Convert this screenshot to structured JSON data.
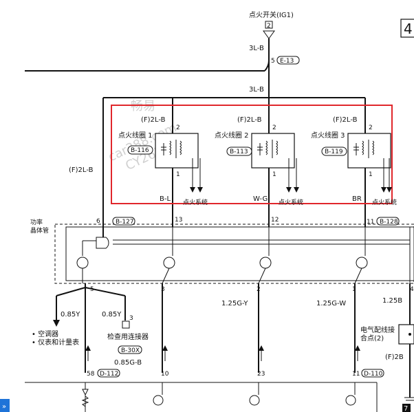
{
  "page_number": "4",
  "top": {
    "switch_label": "点火开关(IG1)",
    "switch_pin": "2",
    "wire_3lb_top": "3L-B",
    "junction_pin": "5",
    "junction_connector": "E-13",
    "wire_3lb_bus": "3L-B"
  },
  "coils": [
    {
      "name": "点火线圈 1",
      "connector": "B-116",
      "in_wire": "(F)2L-B",
      "pin_in": "2",
      "pin_out": "1",
      "out_wire": "B-L",
      "sub": "点火系统"
    },
    {
      "name": "点火线圈 2",
      "connector": "B-113",
      "in_wire": "(F)2L-B",
      "pin_in": "2",
      "pin_out": "1",
      "out_wire": "W-G",
      "sub": "点火系统"
    },
    {
      "name": "点火线圈 3",
      "connector": "B-119",
      "in_wire": "(F)2L-B",
      "pin_in": "2",
      "pin_out": "1",
      "out_wire": "BR",
      "sub": "点火系统"
    }
  ],
  "left_wire": "(F)2L-B",
  "power_transistor": {
    "label_line1": "功率",
    "label_line2": "晶体管",
    "pin_left": "6",
    "connector_left": "B-127",
    "pin_13": "13",
    "pin_12": "12",
    "pin_11": "11",
    "connector_right": "B-128"
  },
  "bottom": {
    "pin_5": "5",
    "pin_3": "3",
    "pin_2": "2",
    "pin_1": "1",
    "pin_4": "4",
    "wire_085y_a": "0.85Y",
    "wire_085y_b": "0.85Y",
    "wire_125gy": "1.25G-Y",
    "wire_125gw": "1.25G-W",
    "wire_125b": "1.25B",
    "check_pin": "3",
    "check_label": "检查用连接器",
    "check_connector": "B-30X",
    "bullet1": "• 空调器",
    "bullet2": "• 仪表和计量表",
    "wire_085gb": "0.85G-B",
    "pin_58": "58",
    "connector_d112": "D-112",
    "pin_10": "10",
    "pin_23": "23",
    "pin_11b": "11",
    "connector_d110": "D-110",
    "ground_label_1": "电气配线接",
    "ground_label_2": "合点(2)",
    "wire_f2b": "(F)2B",
    "ground_num": "7"
  },
  "watermark": {
    "line1": "畅易",
    "line2": "car388.com",
    "line3": "CY2655"
  }
}
